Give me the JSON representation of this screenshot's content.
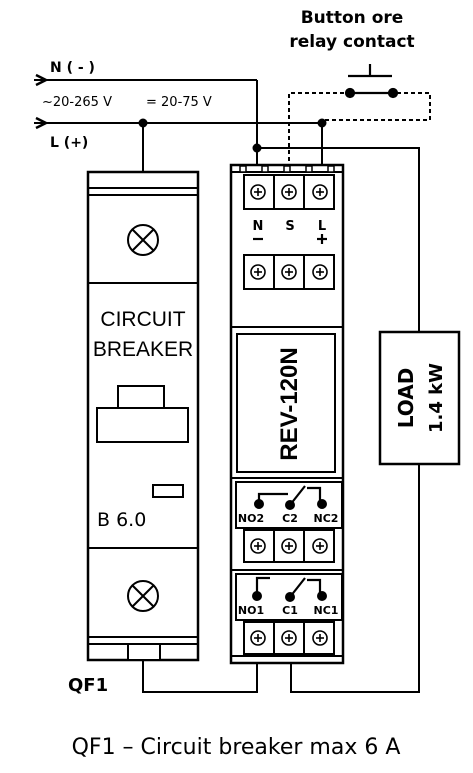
{
  "header": {
    "button_label_line1": "Button ore",
    "button_label_line2": "relay contact"
  },
  "supply": {
    "neutral": "N ( - )",
    "live": "L (+)",
    "ac_range": "~20-265 V",
    "dc_range": "= 20-75 V"
  },
  "breaker": {
    "label_line1": "CIRCUIT",
    "label_line2": "BREAKER",
    "rating": "B 6.0",
    "id": "QF1"
  },
  "relay": {
    "model": "REV-120N",
    "top_terminals": [
      "N",
      "S",
      "L"
    ],
    "top_terminal_signs": [
      "-",
      "",
      "+"
    ],
    "contact_group_2": [
      "NO2",
      "C2",
      "NC2"
    ],
    "contact_group_1": [
      "NO1",
      "C1",
      "NC1"
    ]
  },
  "load": {
    "label": "LOAD",
    "power": "1.4 kW"
  },
  "footer": {
    "caption": "QF1 – Circuit breaker max 6 A"
  }
}
